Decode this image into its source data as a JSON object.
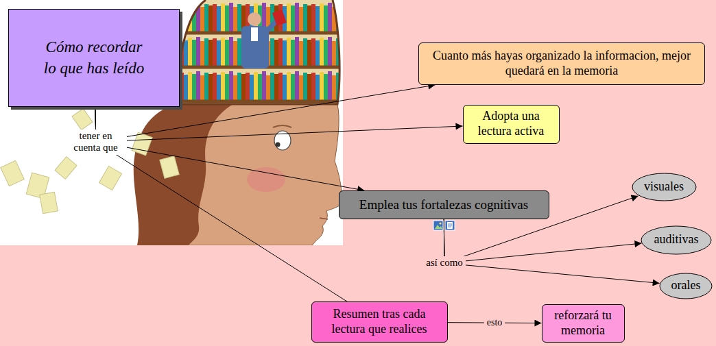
{
  "diagram": {
    "nodes": [
      {
        "text": [
          "Cómo recordar lo que has leído"
        ]
      },
      {
        "text": [
          "Cuanto más hayas organizado la informacion, mejor quedará en la memoria"
        ]
      },
      {
        "text": [
          "Adopta una lectura activa"
        ]
      },
      {
        "text": [
          "Emplea tus fortalezas cognitivas"
        ]
      },
      {
        "text": [
          "visuales"
        ]
      },
      {
        "text": [
          "auditivas"
        ]
      },
      {
        "text": [
          "orales"
        ]
      },
      {
        "text": [
          "Resumen tras cada lectura que realices"
        ]
      },
      {
        "text": [
          "reforzará tu memoria"
        ]
      }
    ],
    "edges": [
      {
        "from": 0,
        "to": 1,
        "arrow": "to"
      },
      {
        "from": 0,
        "to": 2,
        "arrow": "to"
      },
      {
        "from": 0,
        "to": 3,
        "arrow": "to"
      },
      {
        "from": 0,
        "to": 7,
        "arrow": "none"
      },
      {
        "from": 3,
        "to": 4,
        "arrow": "to"
      },
      {
        "from": 3,
        "to": 5,
        "arrow": "to"
      },
      {
        "from": 3,
        "to": 6,
        "arrow": "to"
      },
      {
        "from": 7,
        "to": 8,
        "label": "esto",
        "arrow": "to"
      }
    ],
    "labels": [
      "tener en cuenta que",
      "así como"
    ]
  }
}
